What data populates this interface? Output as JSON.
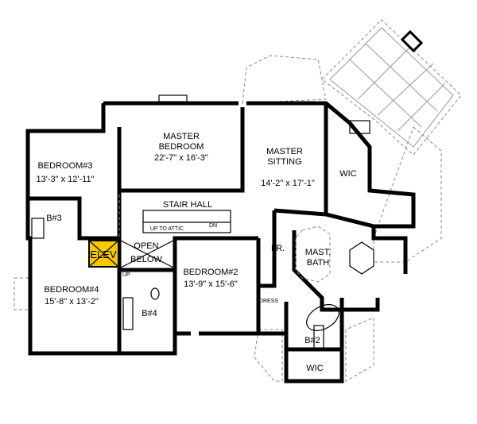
{
  "rooms": {
    "master_bedroom": {
      "name": "MASTER",
      "name2": "BEDROOM",
      "size": "22'-7\" x 16'-3\""
    },
    "master_sitting": {
      "name": "MASTER",
      "name2": "SITTING",
      "size": "14'-2\" x 17'-1\""
    },
    "wic_master": {
      "name": "WIC"
    },
    "bedroom3": {
      "name": "BEDROOM#3",
      "size": "13'-3\" x 12'-11\""
    },
    "bath3": {
      "name": "B#3"
    },
    "stair_hall": {
      "name": "STAIR HALL",
      "up_to_attic": "UP TO ATTIC",
      "dn": "DN"
    },
    "elevator": {
      "name": "ELEV"
    },
    "open_below": {
      "name": "OPEN",
      "name2": "BELOW"
    },
    "bedroom2": {
      "name": "BEDROOM#2",
      "size": "13'-9\" x 15'-6\""
    },
    "laundry": {
      "name": "LR."
    },
    "master_bath": {
      "name": "MAST.",
      "name2": "BATH"
    },
    "dress": {
      "name": "DRESS"
    },
    "bedroom4": {
      "name": "BEDROOM#4",
      "size": "15'-8\" x 13'-2\""
    },
    "bath4": {
      "name": "B#4"
    },
    "bath2": {
      "name": "B#2"
    },
    "wic_b2": {
      "name": "WIC"
    },
    "stair_up": {
      "name": "UP"
    }
  },
  "colors": {
    "elevator": "#f5c800",
    "walls": "#000000",
    "roof_lines": "#888888"
  }
}
